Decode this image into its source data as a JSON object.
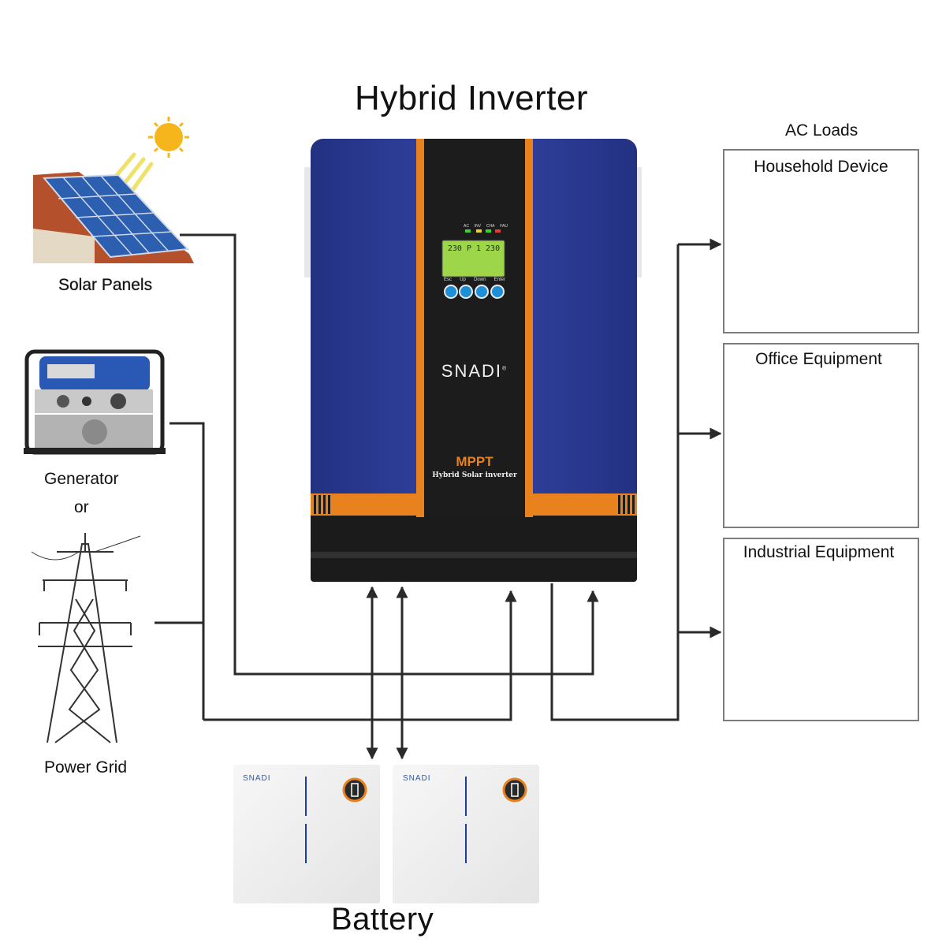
{
  "title": "Hybrid Inverter",
  "sources": {
    "solar": "Solar Panels",
    "generator": "Generator",
    "or": "or",
    "grid": "Power Grid"
  },
  "loads": {
    "heading": "AC Loads",
    "household": "Household Device",
    "office": "Office Equipment",
    "industrial": "Industrial Equipment"
  },
  "inverter": {
    "brand": "SNADI",
    "mppt": "MPPT",
    "subtitle": "Hybrid Solar inverter",
    "lcd_text": "230 P 1 230",
    "indicators": [
      "AC",
      "INV",
      "CHA",
      "FAU"
    ],
    "indicator_colors": [
      "#3ccf3c",
      "#e6d23a",
      "#3ccf3c",
      "#e23c3c"
    ],
    "buttons": [
      "Esc",
      "Up",
      "Down",
      "Enter"
    ],
    "body_color": "#2b3a8e",
    "accent_color": "#e8821e"
  },
  "battery": {
    "label": "Battery",
    "brand": "SNADI"
  }
}
